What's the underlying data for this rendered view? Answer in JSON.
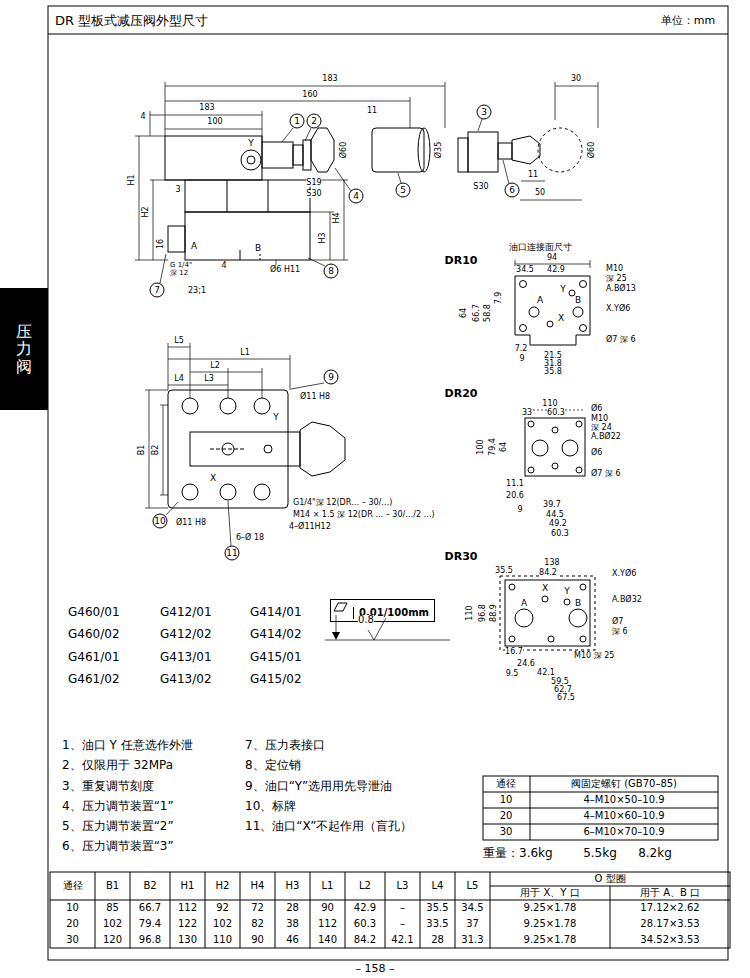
{
  "diagram": {
    "title": "DR 型板式减压阀外型尺寸",
    "nodes": [
      {
        "text": [
          "压力阀"
        ]
      },
      {
        "text": [
          "0.01/100mm"
        ]
      }
    ],
    "labels": [
      "单位：mm",
      "183",
      "30",
      "160",
      "183",
      "11",
      "4",
      "100",
      "1",
      "2",
      "3",
      "Y",
      "Ø60",
      "Ø35",
      "Ø60",
      "S19",
      "S30",
      "4",
      "5",
      "S30",
      "6",
      "11",
      "50",
      "H1",
      "H2",
      "3",
      "H4",
      "H3",
      "16",
      "A",
      "B",
      "G 1/4\" 深 12",
      "4",
      "Ø6 H11",
      "8",
      "7",
      "23;1",
      "DR10",
      "油口连接面尺寸",
      "94",
      "34.5",
      "42.9",
      "M10",
      "深 25",
      "A.BØ13",
      "X.YØ6",
      "64",
      "66.7",
      "58.8",
      "7.9",
      "A",
      "Y",
      "B",
      "X",
      "Ø7 深 6",
      "7.2",
      "21.5",
      "9",
      "31.8",
      "35.8",
      "L5",
      "L1",
      "L2",
      "L4",
      "L3",
      "9",
      "Ø11 H8",
      "B1",
      "B2",
      "Y",
      "X",
      "G1/4\"深 12(DR… – 30/…)",
      "M14 × 1.5 深 12(DR … – 30/…/2 …)",
      "10",
      "Ø11 H8",
      "4–Ø11H12",
      "6–Ø 18",
      "11",
      "DR20",
      "110",
      "33",
      "60.3",
      "Ø6",
      "M10",
      "深 24",
      "A.BØ22",
      "Ø6",
      "Ø7 深 6",
      "100",
      "79.4",
      "64",
      "11.1",
      "20.6",
      "39.7",
      "9",
      "44.5",
      "49.2",
      "60.3",
      "DR30",
      "138",
      "35.5",
      "84.2",
      "X.YØ6",
      "A",
      "X",
      "Y",
      "B",
      "A.BØ32",
      "Ø7",
      "深 6",
      "110",
      "96.8",
      "88.9",
      "M10 深 25",
      "16.7",
      "24.6",
      "9.5",
      "42.1",
      "59.5",
      "62.7",
      "67.5",
      "G460/01",
      "G412/01",
      "G414/01",
      "G460/02",
      "G412/02",
      "G414/02",
      "G461/01",
      "G413/01",
      "G415/01",
      "G461/02",
      "G413/02",
      "G415/02",
      "0.8",
      "1、油口 Y 任意选作外泄",
      "2、仅限用于 32MPa",
      "3、重复调节刻度",
      "4、压力调节装置“1”",
      "5、压力调节装置“2”",
      "6、压力调节装置“3”",
      "7、压力表接口",
      "8、定位销",
      "9、油口“Y”选用用先导泄油",
      "10、标牌",
      "11、油口“X”不起作用（盲孔）",
      "通径",
      "阀固定螺钉 (GB70–85)",
      "10",
      "4–M10×50–10.9",
      "20",
      "4–M10×60–10.9",
      "30",
      "6–M10×70–10.9",
      "重量：3.6kg",
      "5.5kg",
      "8.2kg",
      "通径",
      "B1",
      "B2",
      "H1",
      "H2",
      "H4",
      "H3",
      "L1",
      "L2",
      "L3",
      "L4",
      "L5",
      "O 型圈",
      "用于 X、Y 口",
      "用于 A、B 口",
      "10",
      "85",
      "66.7",
      "112",
      "92",
      "72",
      "28",
      "90",
      "42.9",
      "–",
      "35.5",
      "34.5",
      "9.25×1.78",
      "17.12×2.62",
      "20",
      "102",
      "79.4",
      "122",
      "102",
      "82",
      "38",
      "112",
      "60.3",
      "–",
      "33.5",
      "37",
      "9.25×1.78",
      "28.17×3.53",
      "30",
      "120",
      "96.8",
      "130",
      "110",
      "90",
      "46",
      "140",
      "84.2",
      "42.1",
      "28",
      "31.3",
      "9.25×1.78",
      "34.52×3.53",
      "– 158 –"
    ]
  }
}
